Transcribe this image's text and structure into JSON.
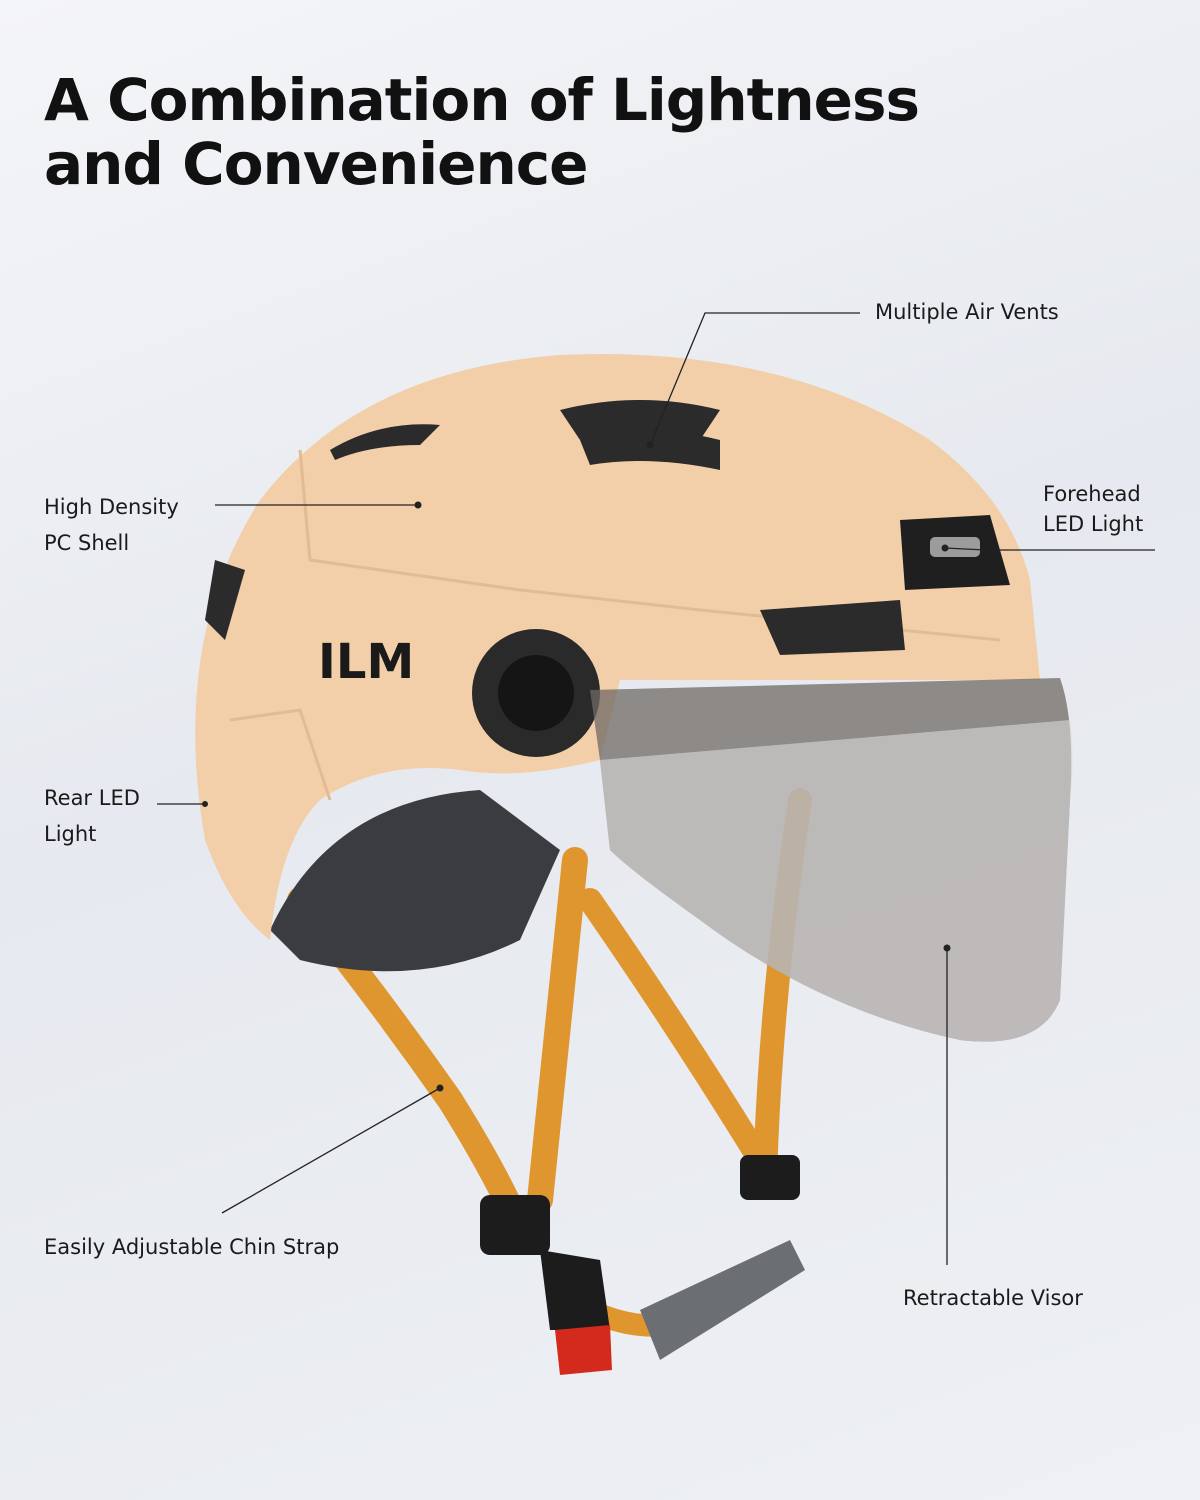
{
  "title": {
    "line1": "A Combination of Lightness",
    "line2": "and Convenience"
  },
  "brand_logo": "ILM",
  "callouts": {
    "air_vents": "Multiple Air Vents",
    "shell_line1": "High Density",
    "shell_line2": "PC Shell",
    "forehead_line1": "Forehead",
    "forehead_line2": "LED Light",
    "rear_line1": "Rear LED",
    "rear_line2": "Light",
    "chin_strap": "Easily Adjustable Chin Strap",
    "visor": "Retractable Visor"
  },
  "colors": {
    "shell": "#f2cfa9",
    "strap": "#e0962e",
    "visor": "#8a8580",
    "buckle": "#d42a1e"
  }
}
